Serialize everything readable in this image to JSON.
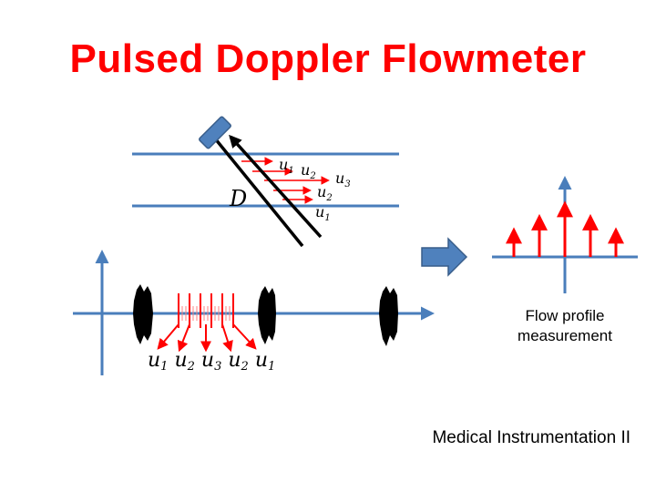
{
  "title": "Pulsed Doppler Flowmeter",
  "caption": [
    "Flow profile",
    "measurement"
  ],
  "footer": "Medical Instrumentation II",
  "vessel_diameter_label": "D",
  "vessel_velocity_labels": [
    {
      "sym": "u",
      "sub": "1"
    },
    {
      "sym": "u",
      "sub": "2"
    },
    {
      "sym": "u",
      "sub": "3"
    },
    {
      "sym": "u",
      "sub": "2"
    },
    {
      "sym": "u",
      "sub": "1"
    }
  ],
  "echo_velocity_labels": [
    {
      "sym": "u",
      "sub": "1"
    },
    {
      "sym": "u",
      "sub": "2"
    },
    {
      "sym": "u",
      "sub": "3"
    },
    {
      "sym": "u",
      "sub": "2"
    },
    {
      "sym": "u",
      "sub": "1"
    }
  ],
  "flow_profile_relative_heights": [
    0.5,
    0.75,
    1.0,
    0.75,
    0.5
  ],
  "colors": {
    "title": "#ff0000",
    "axis": "#4a7ebb",
    "arrow": "#ff0000",
    "transducer": "#4f81bd",
    "text": "#000000"
  },
  "icons": [
    "transducer-icon",
    "process-arrow-icon"
  ]
}
